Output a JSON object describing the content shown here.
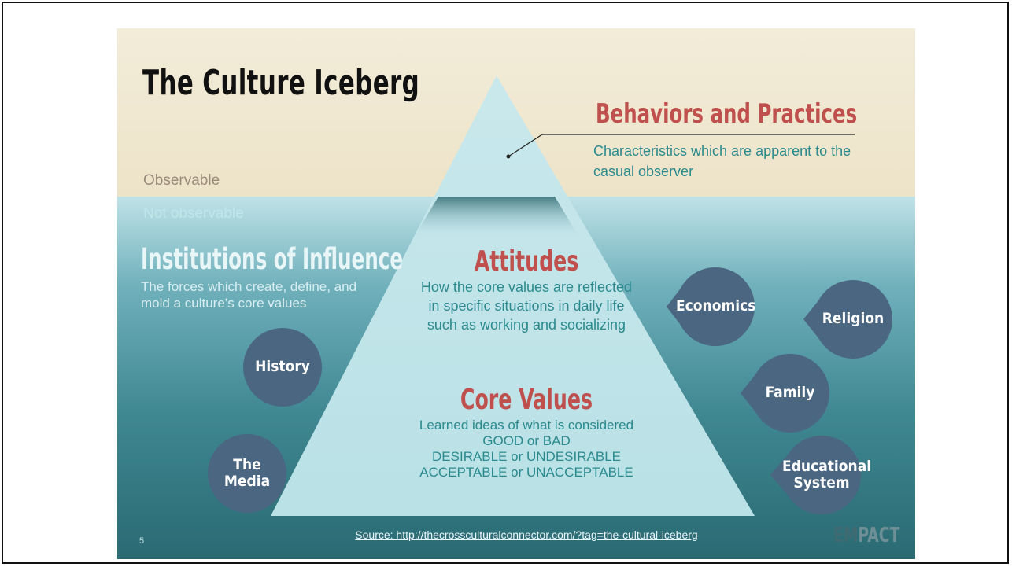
{
  "slide": {
    "title": "The Culture Iceberg",
    "page_number": "5",
    "source": "Source: http://thecrossculturalconnector.com/?tag=the-cultural-iceberg",
    "logo": {
      "prefix": "EM",
      "suffix": "PACT"
    }
  },
  "layers": {
    "observable": "Observable",
    "not_observable": "Not observable"
  },
  "behaviors": {
    "heading": "Behaviors and Practices",
    "description": "Characteristics which are apparent to the casual observer"
  },
  "institutions": {
    "heading": "Institutions of Influence",
    "description": "The forces which create, define, and mold a culture’s core values"
  },
  "attitudes": {
    "heading": "Attitudes",
    "description": "How the core values are reflected in specific situations in daily life such as working and socializing"
  },
  "core_values": {
    "heading": "Core Values",
    "lines": [
      "Learned ideas of what is considered",
      "GOOD or BAD",
      "DESIRABLE or UNDESIRABLE",
      "ACCEPTABLE or UNACCEPTABLE"
    ]
  },
  "bubbles": {
    "history": "History",
    "media": "The Media",
    "economics": "Economics",
    "religion": "Religion",
    "family": "Family",
    "education": "Educational System"
  },
  "colors": {
    "sky": "#f1ead6",
    "water_top": "#b4dde3",
    "water_bottom": "#2c6f78",
    "iceberg": "#c4e6ea",
    "accent_red": "#c0504d",
    "accent_teal": "#2a8a8e",
    "bubble": "#4a6680"
  }
}
